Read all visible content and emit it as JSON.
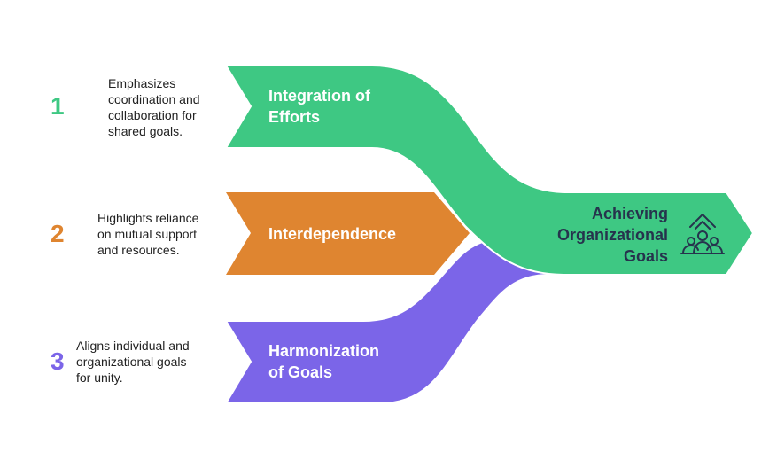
{
  "colors": {
    "green": "#3ec883",
    "orange": "#df8530",
    "purple": "#7b65e8",
    "dark_text": "#26334d"
  },
  "items": [
    {
      "number": "1",
      "description": "Emphasizes\ncoordination and\ncollaboration for\nshared goals.",
      "label": "Integration of\nEfforts",
      "color": "#3ec883"
    },
    {
      "number": "2",
      "description": "Highlights reliance\non mutual support\nand resources.",
      "label": "Interdependence",
      "color": "#df8530"
    },
    {
      "number": "3",
      "description": "Aligns individual and\norganizational goals\nfor unity.",
      "label": "Harmonization\nof Goals",
      "color": "#7b65e8"
    }
  ],
  "goal": {
    "label": "Achieving\nOrganizational\nGoals",
    "icon": "team-growth-icon"
  }
}
